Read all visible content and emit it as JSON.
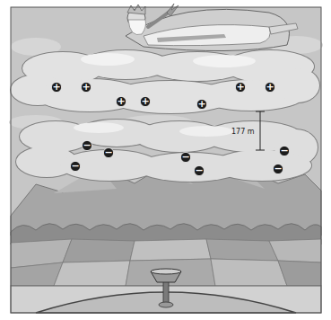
{
  "diagram": {
    "nodes": [
      {
        "text": [
          "+"
        ]
      },
      {
        "text": [
          "+"
        ]
      },
      {
        "text": [
          "+"
        ]
      },
      {
        "text": [
          "+"
        ]
      },
      {
        "text": [
          "+"
        ]
      },
      {
        "text": [
          "+"
        ]
      },
      {
        "text": [
          "+"
        ]
      },
      {
        "text": [
          "−"
        ]
      },
      {
        "text": [
          "−"
        ]
      },
      {
        "text": [
          "−"
        ]
      },
      {
        "text": [
          "−"
        ]
      },
      {
        "text": [
          "−"
        ]
      },
      {
        "text": [
          "−"
        ]
      },
      {
        "text": [
          "−"
        ]
      }
    ],
    "labels": [
      "177 m"
    ]
  }
}
